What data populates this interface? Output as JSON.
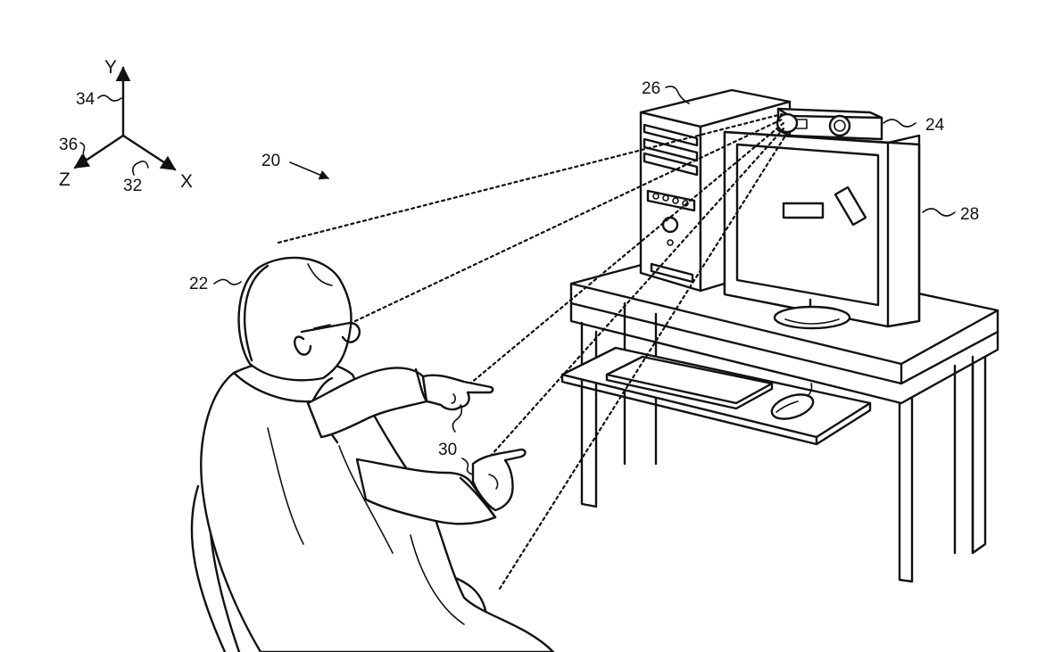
{
  "axes": {
    "y": "Y",
    "x": "X",
    "z": "Z"
  },
  "refs": {
    "r34": "34",
    "r36": "36",
    "r32": "32",
    "r20": "20",
    "r22": "22",
    "r26": "26",
    "r24": "24",
    "r28": "28",
    "r30": "30"
  },
  "colors": {
    "ink": "#111111",
    "paper": "#ffffff"
  }
}
